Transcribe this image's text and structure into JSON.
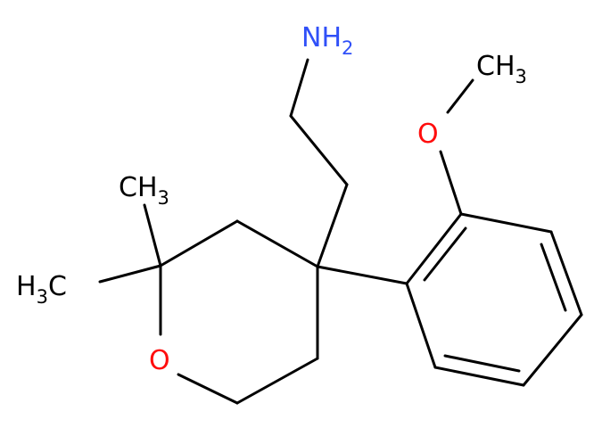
{
  "molecule": {
    "labels": {
      "amine": {
        "main": "NH",
        "sub": "2"
      },
      "methoxy_methyl": {
        "main": "CH",
        "sub": "3"
      },
      "ether_oxygen": "O",
      "ring_oxygen": "O",
      "methyl_top": {
        "main": "CH",
        "sub": "3"
      },
      "methyl_left": {
        "main": "H",
        "sub": "3",
        "tail": "C"
      }
    },
    "colors": {
      "bond": "#000000",
      "carbon_text": "#000000",
      "oxygen": "#ff0d0d",
      "nitrogen": "#3050f8"
    }
  }
}
